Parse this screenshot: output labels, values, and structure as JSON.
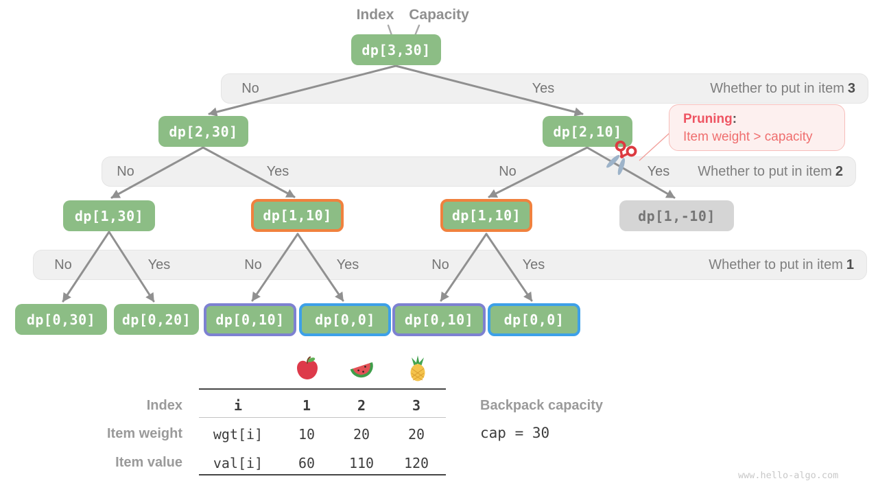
{
  "header": {
    "index_label": "Index",
    "capacity_label": "Capacity"
  },
  "palette": {
    "node_green": "#8cbd85",
    "node_gray": "#d5d5d5",
    "highlight_orange": "#f0813e",
    "highlight_purple": "#7d81d1",
    "highlight_blue": "#3da0e8",
    "band_gray": "#f0f0f0",
    "edge_gray": "#909090",
    "pruning_red": "#ee5462"
  },
  "tree": {
    "nodes": [
      {
        "label": "dp[3,30]"
      },
      {
        "label": "dp[2,30]"
      },
      {
        "label": "dp[2,10]"
      },
      {
        "label": "dp[1,30]"
      },
      {
        "label": "dp[1,10]"
      },
      {
        "label": "dp[1,10]"
      },
      {
        "label": "dp[1,-10]"
      },
      {
        "label": "dp[0,30]"
      },
      {
        "label": "dp[0,20]"
      },
      {
        "label": "dp[0,10]"
      },
      {
        "label": "dp[0,0]"
      },
      {
        "label": "dp[0,10]"
      },
      {
        "label": "dp[0,0]"
      }
    ],
    "bands": [
      {
        "question": "Whether to put in item",
        "item": "3",
        "choices": [
          "No",
          "Yes"
        ]
      },
      {
        "question": "Whether to put in item",
        "item": "2",
        "choices": [
          "No",
          "Yes",
          "No",
          "Yes"
        ]
      },
      {
        "question": "Whether to put in item",
        "item": "1",
        "choices": [
          "No",
          "Yes",
          "No",
          "Yes",
          "No",
          "Yes"
        ]
      }
    ]
  },
  "pruning": {
    "title": "Pruning",
    "colon": ":",
    "reason": "Item weight > capacity"
  },
  "table": {
    "fruits": [
      "apple-icon",
      "watermelon-icon",
      "pineapple-icon"
    ],
    "rows": [
      {
        "label": "Index",
        "var": "i",
        "values": [
          "1",
          "2",
          "3"
        ]
      },
      {
        "label": "Item weight",
        "var": "wgt[i]",
        "values": [
          "10",
          "20",
          "20"
        ]
      },
      {
        "label": "Item value",
        "var": "val[i]",
        "values": [
          "60",
          "110",
          "120"
        ]
      }
    ]
  },
  "capacity": {
    "label": "Backpack capacity",
    "code": "cap = 30"
  },
  "watermark": "www.hello-algo.com"
}
